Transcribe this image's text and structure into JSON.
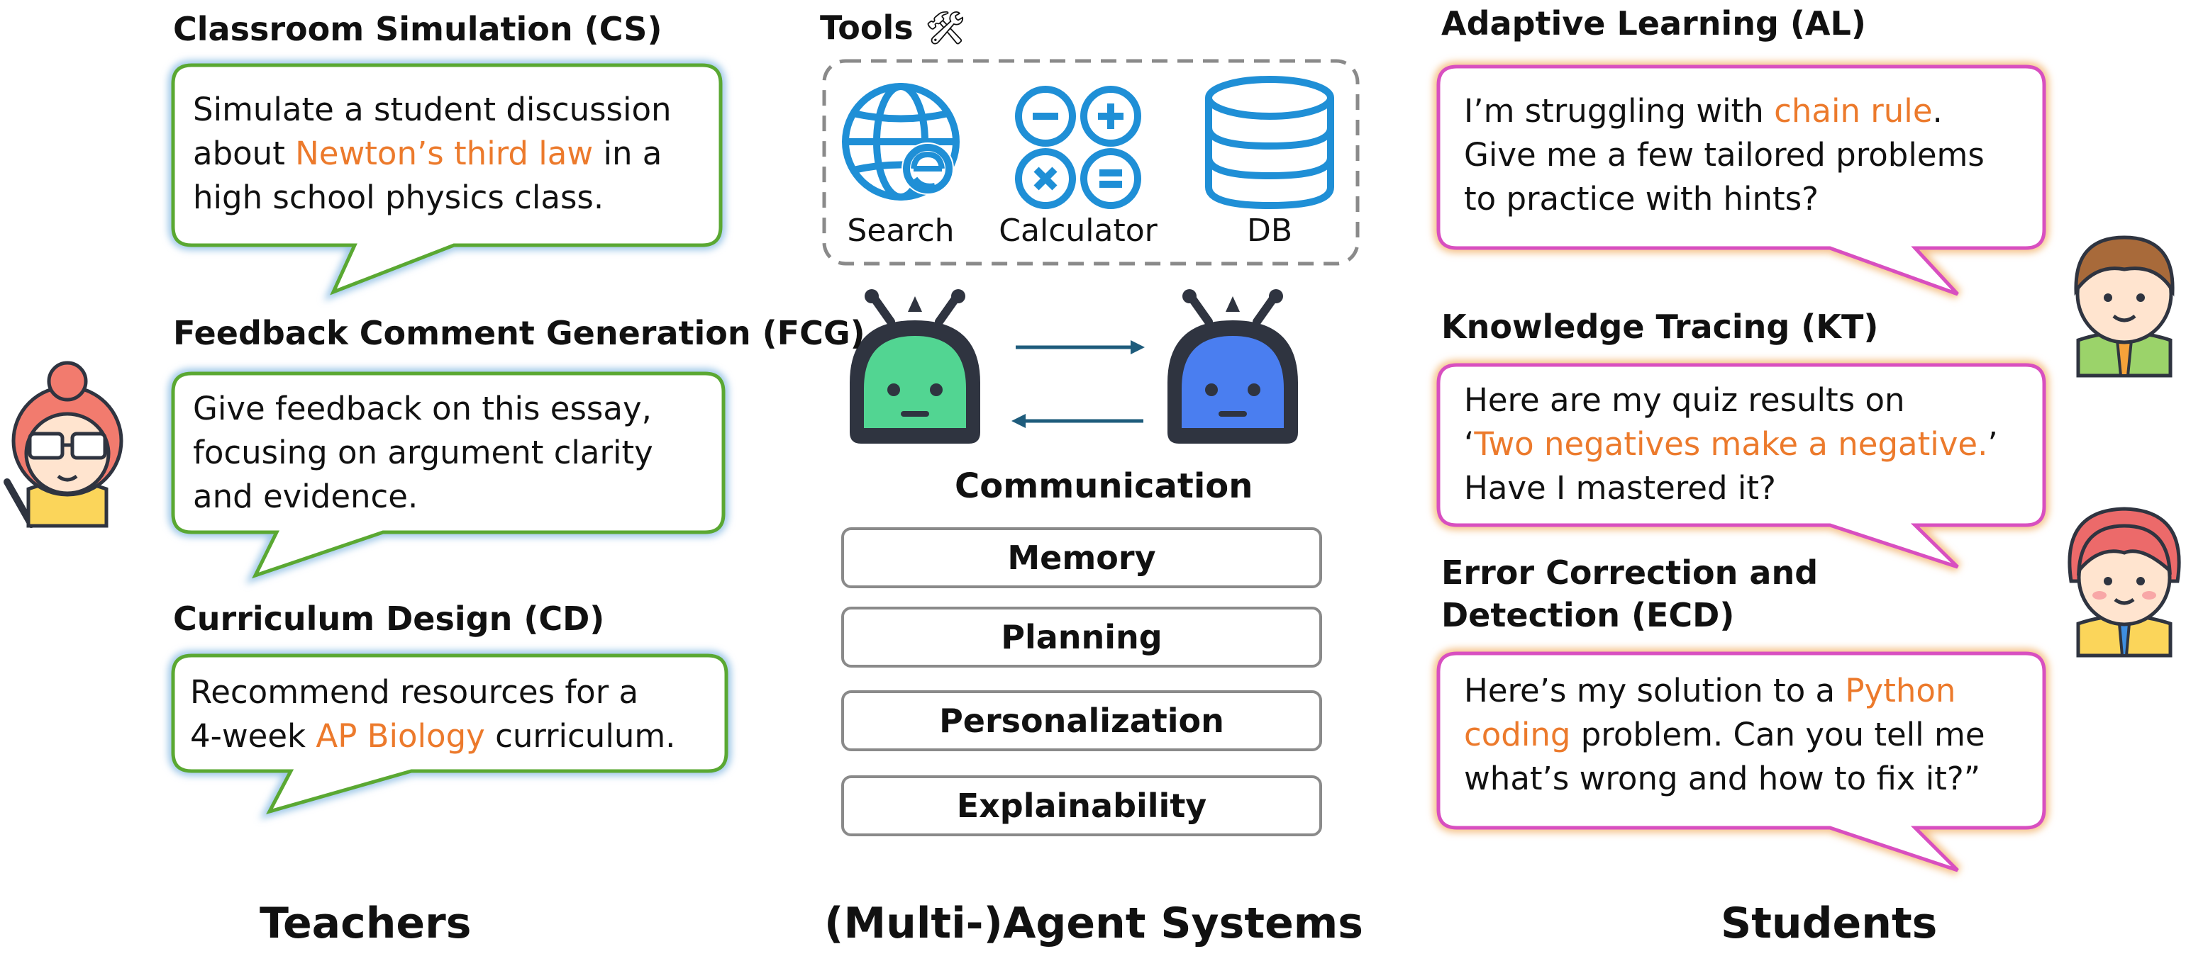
{
  "teachers": {
    "label": "Teachers",
    "tasks": [
      {
        "title": "Classroom Simulation (CS)",
        "text": [
          "Simulate a student discussion",
          "about ",
          "Newton’s third law",
          " in a",
          "high school physics class."
        ]
      },
      {
        "title": "Feedback Comment Generation (FCG)",
        "text": [
          "Give feedback on this essay,",
          "focusing on argument clarity",
          "and evidence."
        ]
      },
      {
        "title": "Curriculum Design (CD)",
        "text": [
          "Recommend resources for a",
          "4-week ",
          "AP Biology",
          " curriculum."
        ]
      }
    ]
  },
  "center": {
    "label": "(Multi-)Agent Systems",
    "tools_title": "Tools",
    "tools_emoji": "🛠",
    "tools": [
      {
        "label": "Search",
        "icon": "globe-search-icon"
      },
      {
        "label": "Calculator",
        "icon": "calculator-icon"
      },
      {
        "label": "DB",
        "icon": "database-icon"
      }
    ],
    "communication": "Communication",
    "modules": [
      "Memory",
      "Planning",
      "Personalization",
      "Explainability"
    ]
  },
  "students": {
    "label": "Students",
    "tasks": [
      {
        "title": "Adaptive Learning (AL)",
        "text": [
          "I’m struggling with ",
          "chain rule",
          ".",
          "Give me a few tailored problems",
          "to practice with hints?"
        ]
      },
      {
        "title": "Knowledge Tracing (KT)",
        "text": [
          "Here are my quiz results on",
          "‘",
          "Two negatives make a negative.",
          "’",
          "Have I mastered it?"
        ]
      },
      {
        "title_line1": "Error Correction and",
        "title_line2": "Detection (ECD)",
        "text": [
          "Here’s my solution to a ",
          "Python",
          "coding",
          " problem. Can you tell me",
          "what’s wrong and how to fix it?”"
        ]
      }
    ]
  },
  "colors": {
    "teacher_border": "#5aa832",
    "teacher_glow": "#9ec7e8",
    "student_border": "#d84fc0",
    "student_glow": "#f5c28a",
    "highlight": "#ec7a2c",
    "tool_blue": "#1f8fd6",
    "agent_green": "#52d592",
    "agent_blue": "#4a7ef0",
    "arrow": "#1e5c7c"
  }
}
